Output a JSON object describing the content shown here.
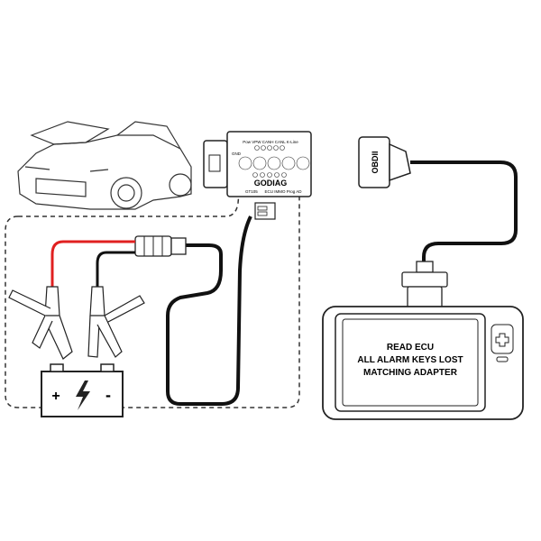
{
  "adapter": {
    "pins_label": "Pow VPW CANH CANL K-Line",
    "gnd_label": "GND",
    "brand": "GODIAG",
    "model": "GT105",
    "product": "ECU IMMO Prog AD"
  },
  "obd_connector": {
    "label": "OBDII"
  },
  "tablet": {
    "screen_lines": [
      "READ ECU",
      "ALL ALARM KEYS LOST",
      "MATCHING ADAPTER"
    ]
  },
  "battery": {
    "plus": "+",
    "minus": "-"
  },
  "colors": {
    "positive_wire": "#e02020",
    "ground_wire": "#111111",
    "outline": "#222222"
  }
}
